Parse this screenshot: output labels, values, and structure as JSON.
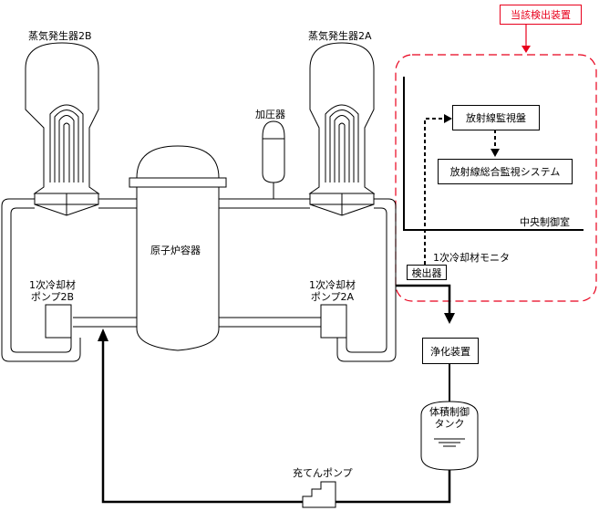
{
  "labels": {
    "sg_2b": "蒸気発生器2B",
    "sg_2a": "蒸気発生器2A",
    "pressurizer": "加圧器",
    "reactor_vessel": "原子炉容器",
    "pump_2b_line1": "1次冷却材",
    "pump_2b_line2": "ポンプ2B",
    "pump_2a_line1": "1次冷却材",
    "pump_2a_line2": "ポンプ2A",
    "monitor": "1次冷却材モニタ",
    "detector": "検出器",
    "purifier": "浄化装置",
    "vct_line1": "体積制御",
    "vct_line2": "タンク",
    "charging_pump": "充てんポンプ",
    "radiation_panel": "放射線監視盤",
    "radiation_system": "放射線総合監視システム",
    "control_room": "中央制御室",
    "detector_title": "当該検出装置"
  },
  "colors": {
    "line": "#000000",
    "highlight": "#e8001c",
    "background": "#ffffff"
  }
}
